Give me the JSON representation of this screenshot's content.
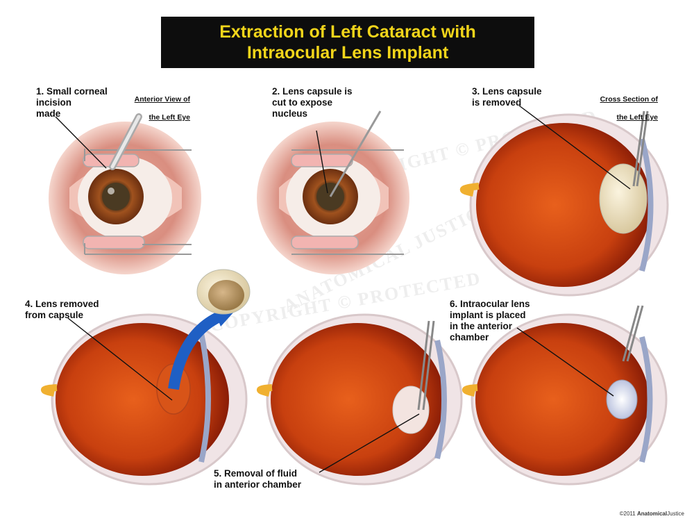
{
  "title": {
    "line1": "Extraction of Left Cataract with",
    "line2": "Intraocular Lens Implant"
  },
  "views": {
    "anterior_line1": "Anterior View of",
    "anterior_line2": "the Left Eye",
    "cross_line1": "Cross Section of",
    "cross_line2": "the Left Eye"
  },
  "steps": {
    "s1": "1. Small corneal\nincision\nmade",
    "s2": "2. Lens capsule is\ncut to expose\nnucleus",
    "s3": "3. Lens capsule\nis removed",
    "s4": "4. Lens removed\nfrom capsule",
    "s5": "5. Removal of fluid\nin anterior chamber",
    "s6": "6. Intraocular lens\nimplant is placed\nin the anterior\nchamber"
  },
  "footer": {
    "copyright": "©2011",
    "brand": "Anatomical",
    "brand_suffix": "Justice"
  },
  "watermark": {
    "text1": "ANATOMICAL JUSTICE LLC",
    "text2": "COPYRIGHT © PROTECTED"
  },
  "colors": {
    "title_bg": "#0d0d0d",
    "title_text": "#f2d51a",
    "eye_red": "#c83a12",
    "iris_brown": "#7a3a14",
    "arrow_blue": "#1f5fc4"
  }
}
